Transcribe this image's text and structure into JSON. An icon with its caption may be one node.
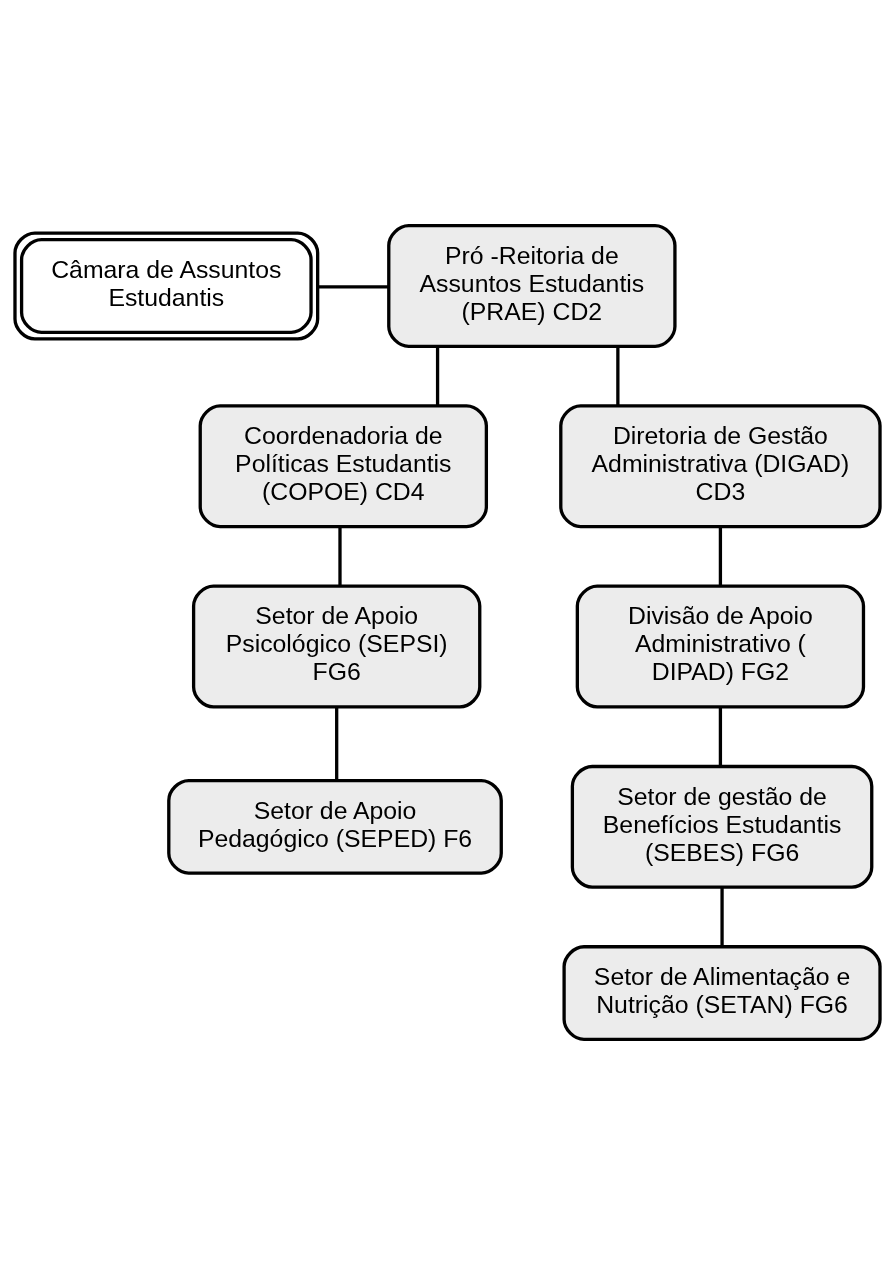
{
  "diagram": {
    "nodes": [
      {
        "text": [
          "Pró -Reitoria de Assuntos Estudantis (PRAE) CD2"
        ]
      },
      {
        "text": [
          "Câmara de Assuntos Estudantis"
        ]
      },
      {
        "text": [
          "Coordenadoria de Políticas Estudantis (COPOE) CD4"
        ]
      },
      {
        "text": [
          "Diretoria de Gestão Administrativa (DIGAD) CD3"
        ]
      },
      {
        "text": [
          "Setor de Apoio Psicológico (SEPSI) FG6"
        ]
      },
      {
        "text": [
          "Divisão de Apoio Administrativo ( DIPAD) FG2"
        ]
      },
      {
        "text": [
          "Setor de Apoio Pedagógico (SEPED) F6"
        ]
      },
      {
        "text": [
          "Setor de gestão de Benefícios Estudantis (SEBES) FG6"
        ]
      },
      {
        "text": [
          "Setor de Alimentação e Nutrição (SETAN) FG6"
        ]
      }
    ],
    "edges": [
      {
        "from": 1,
        "to": 0,
        "arrow": "none"
      },
      {
        "from": 0,
        "to": 2,
        "arrow": "none"
      },
      {
        "from": 0,
        "to": 3,
        "arrow": "none"
      },
      {
        "from": 2,
        "to": 4,
        "arrow": "none"
      },
      {
        "from": 4,
        "to": 6,
        "arrow": "none"
      },
      {
        "from": 3,
        "to": 5,
        "arrow": "none"
      },
      {
        "from": 5,
        "to": 7,
        "arrow": "none"
      },
      {
        "from": 7,
        "to": 8,
        "arrow": "none"
      }
    ]
  }
}
